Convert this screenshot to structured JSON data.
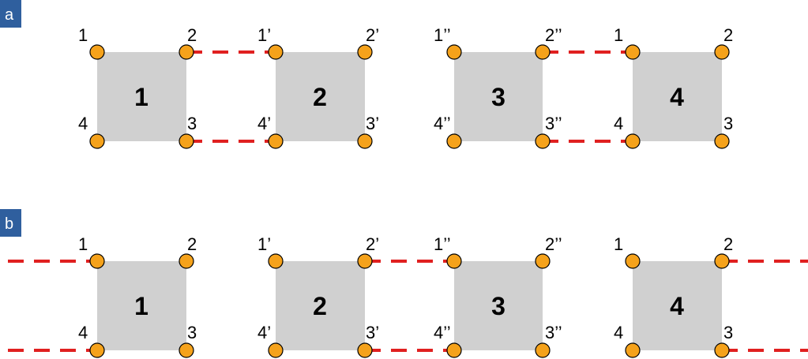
{
  "colors": {
    "panel_tag": "#2f5f9e",
    "square_fill": "#d0d0d0",
    "vertex_fill": "#f5a21b",
    "vertex_stroke": "#000000",
    "link": "#e02020"
  },
  "panels": [
    {
      "tag": "a",
      "squares": [
        {
          "label": "1",
          "vertices": [
            "1",
            "2",
            "3",
            "4"
          ]
        },
        {
          "label": "2",
          "vertices": [
            "1’",
            "2’",
            "3’",
            "4’"
          ]
        },
        {
          "label": "3",
          "vertices": [
            "1’’",
            "2’’",
            "3’’",
            "4’’"
          ]
        },
        {
          "label": "4",
          "vertices": [
            "1",
            "2",
            "3",
            "4"
          ]
        }
      ],
      "links": [
        {
          "from": "square-1 vertex 2",
          "to": "square-2 vertex 1’"
        },
        {
          "from": "square-1 vertex 3",
          "to": "square-2 vertex 4’"
        },
        {
          "from": "square-3 vertex 2’’",
          "to": "square-4 vertex 1"
        },
        {
          "from": "square-3 vertex 3’’",
          "to": "square-4 vertex 4"
        }
      ]
    },
    {
      "tag": "b",
      "squares": [
        {
          "label": "1",
          "vertices": [
            "1",
            "2",
            "3",
            "4"
          ]
        },
        {
          "label": "2",
          "vertices": [
            "1’",
            "2’",
            "3’",
            "4’"
          ]
        },
        {
          "label": "3",
          "vertices": [
            "1’’",
            "2’’",
            "3’’",
            "4’’"
          ]
        },
        {
          "label": "4",
          "vertices": [
            "1",
            "2",
            "3",
            "4"
          ]
        }
      ],
      "links": [
        {
          "from": "left edge",
          "to": "square-1 vertex 1"
        },
        {
          "from": "left edge",
          "to": "square-1 vertex 4"
        },
        {
          "from": "square-2 vertex 2’",
          "to": "square-3 vertex 1’’"
        },
        {
          "from": "square-2 vertex 3’",
          "to": "square-3 vertex 4’’"
        },
        {
          "from": "square-4 vertex 2",
          "to": "right edge"
        },
        {
          "from": "square-4 vertex 3",
          "to": "right edge"
        }
      ]
    }
  ]
}
